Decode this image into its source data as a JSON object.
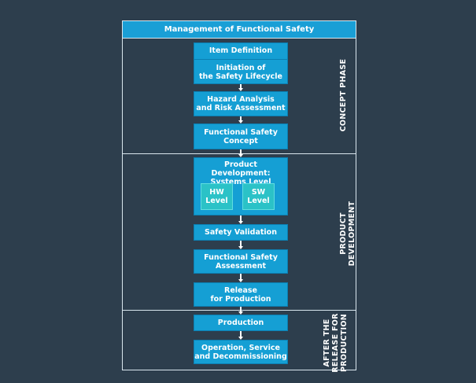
{
  "header": {
    "title": "Management of Functional Safety"
  },
  "phases": {
    "concept": "CONCEPT PHASE",
    "product": "PRODUCT DEVELOPMENT",
    "after": "AFTER THE\nRELEASE FOR\nPRODUCTION"
  },
  "steps": {
    "item_definition": "Item Definition",
    "initiation": "Initiation of\nthe Safety Lifecycle",
    "hazard": "Hazard Analysis\nand Risk Assessment",
    "fs_concept": "Functional Safety\nConcept",
    "systems_level": "Product Development:\nSystems Level",
    "hw_level": "HW\nLevel",
    "sw_level": "SW\nLevel",
    "validation": "Safety Validation",
    "fs_assessment": "Functional Safety\nAssessment",
    "release": "Release\nfor Production",
    "production": "Production",
    "operation": "Operation, Service\nand Decommissioning"
  },
  "colors": {
    "background": "#2d3e4d",
    "box": "#159fd4",
    "sub_box": "#2bc2c7",
    "frame": "#d9e6ee"
  }
}
